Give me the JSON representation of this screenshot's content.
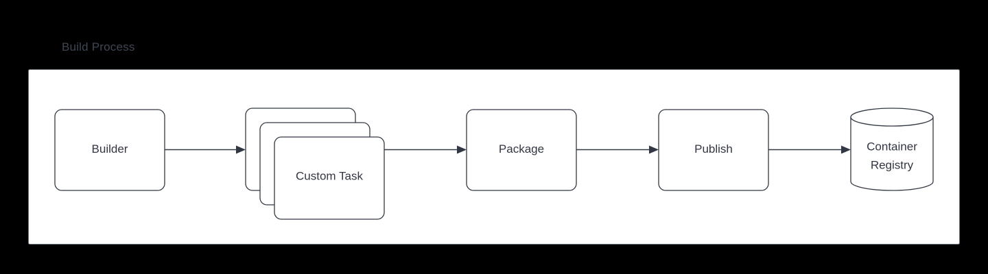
{
  "diagram": {
    "group_title": "Build Process",
    "title_color": "#3f4654",
    "panel_fill": "#ffffff",
    "background_color": "#000000",
    "node_stroke": "#323843",
    "label_color": "#313642",
    "nodes": [
      {
        "id": "builder",
        "label": "Builder",
        "shape": "rounded-rect"
      },
      {
        "id": "custom-task",
        "label": "Custom Task",
        "shape": "card-stack"
      },
      {
        "id": "package",
        "label": "Package",
        "shape": "rounded-rect"
      },
      {
        "id": "publish",
        "label": "Publish",
        "shape": "rounded-rect"
      },
      {
        "id": "container-registry",
        "label_line1": "Container",
        "label_line2": "Registry",
        "shape": "cylinder"
      }
    ],
    "edges": [
      {
        "from": "builder",
        "to": "custom-task"
      },
      {
        "from": "custom-task",
        "to": "package"
      },
      {
        "from": "package",
        "to": "publish"
      },
      {
        "from": "publish",
        "to": "container-registry"
      }
    ]
  }
}
